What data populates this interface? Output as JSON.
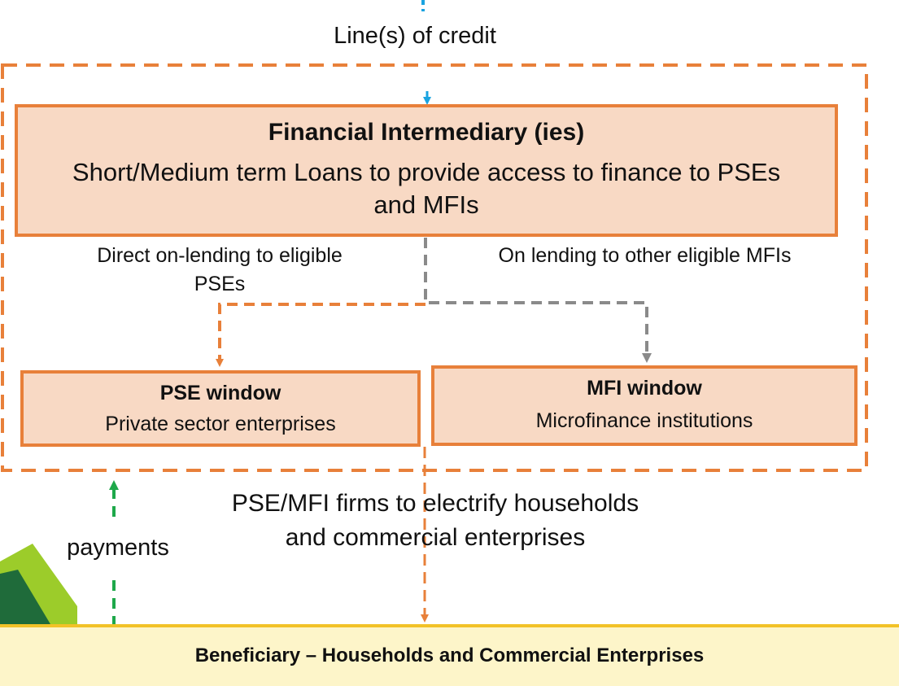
{
  "colors": {
    "orange": "#e8803a",
    "box_fill": "#f8d9c4",
    "gray": "#8a8a8a",
    "green": "#1ea84a",
    "blue": "#1aa3e0",
    "beneficiary_fill": "#fdf5c9",
    "beneficiary_border": "#f2c228"
  },
  "credit_label": "Line(s) of credit",
  "financial_intermediary": {
    "title": "Financial Intermediary (ies)",
    "description": "Short/Medium term Loans to provide access to finance to PSEs and MFIs"
  },
  "branch_left_label": "Direct on-lending to eligible PSEs",
  "branch_right_label": "On lending to other eligible MFIs",
  "pse_window": {
    "title": "PSE window",
    "subtitle": "Private sector enterprises"
  },
  "mfi_window": {
    "title": "MFI window",
    "subtitle": "Microfinance institutions"
  },
  "payments_label": "payments",
  "electrify_label": "PSE/MFI firms to electrify households and commercial enterprises",
  "beneficiary_label": "Beneficiary – Households and Commercial Enterprises"
}
